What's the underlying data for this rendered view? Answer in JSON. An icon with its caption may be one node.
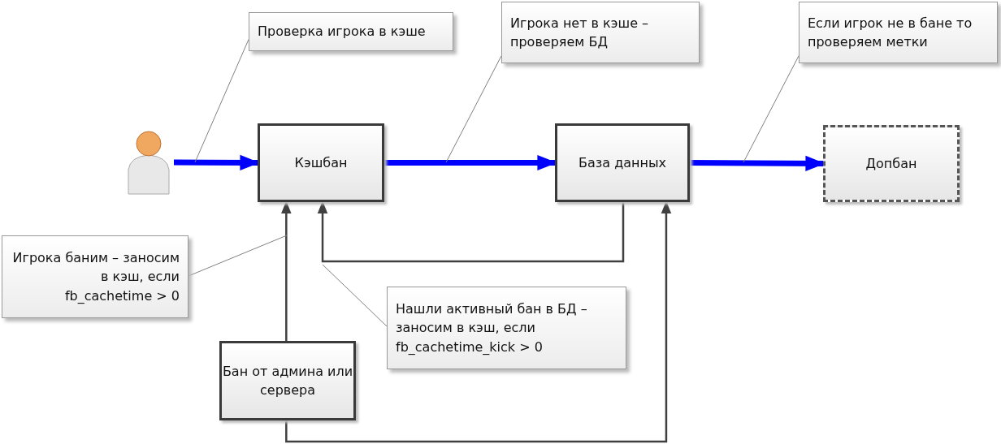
{
  "diagram": {
    "nodes": [
      {
        "text": [],
        "shape": "person"
      },
      {
        "text": [
          "Кэшбан"
        ]
      },
      {
        "text": [
          "База данных"
        ]
      },
      {
        "text": [
          "Допбан"
        ]
      },
      {
        "text": [
          "Бан от админа или сервера"
        ]
      },
      {
        "text": [
          "Проверка игрока в кэше"
        ]
      },
      {
        "text": [
          "Игрока нет в кэше – проверяем БД"
        ]
      },
      {
        "text": [
          "Если игрок не в бане то проверяем метки"
        ]
      },
      {
        "text": [
          "Игрока баним – заносим в кэш, если fb_cachetime > 0"
        ]
      },
      {
        "text": [
          "Нашли активный бан в БД – заносим в кэш, если fb_cachetime_kick > 0"
        ]
      }
    ],
    "edges": [
      {
        "from": 0,
        "to": 1,
        "arrow": "to",
        "style": "thick",
        "color": "#0000ff"
      },
      {
        "from": 1,
        "to": 2,
        "arrow": "to",
        "style": "thick",
        "color": "#0000ff"
      },
      {
        "from": 2,
        "to": 3,
        "arrow": "to",
        "style": "thick",
        "color": "#0000ff"
      },
      {
        "from": 2,
        "to": 1,
        "arrow": "to"
      },
      {
        "from": 4,
        "to": 1,
        "arrow": "to"
      },
      {
        "from": 4,
        "to": 2,
        "arrow": "to"
      },
      {
        "from": 5,
        "to": null,
        "arrow": "none"
      },
      {
        "from": 6,
        "to": null,
        "arrow": "none"
      },
      {
        "from": 7,
        "to": null,
        "arrow": "none"
      },
      {
        "from": 8,
        "to": null,
        "arrow": "none"
      },
      {
        "from": 9,
        "to": null,
        "arrow": "none"
      }
    ]
  }
}
